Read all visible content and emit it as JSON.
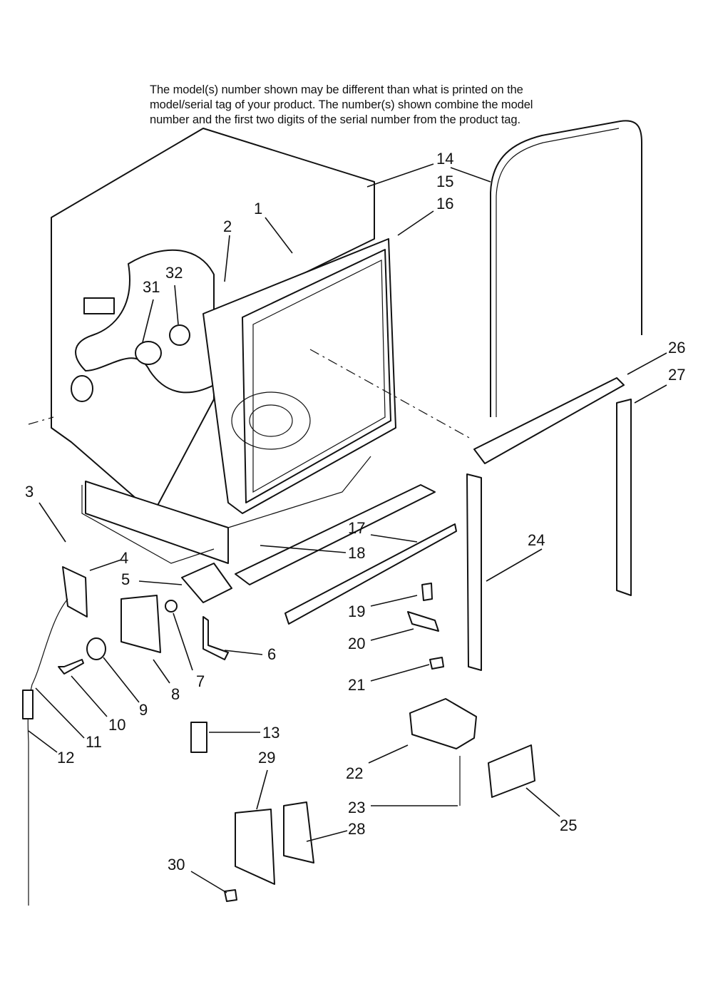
{
  "note": {
    "lines": [
      "The model(s) number shown may be different than what is printed on the",
      "model/serial tag of your product. The number(s) shown combine the model",
      "number and the first two digits of the serial number from the product tag."
    ]
  },
  "callouts": [
    "1",
    "2",
    "3",
    "4",
    "5",
    "6",
    "7",
    "8",
    "9",
    "10",
    "11",
    "12",
    "13",
    "14",
    "15",
    "16",
    "17",
    "18",
    "19",
    "20",
    "21",
    "22",
    "23",
    "24",
    "25",
    "26",
    "27",
    "28",
    "29",
    "30",
    "31",
    "32"
  ]
}
